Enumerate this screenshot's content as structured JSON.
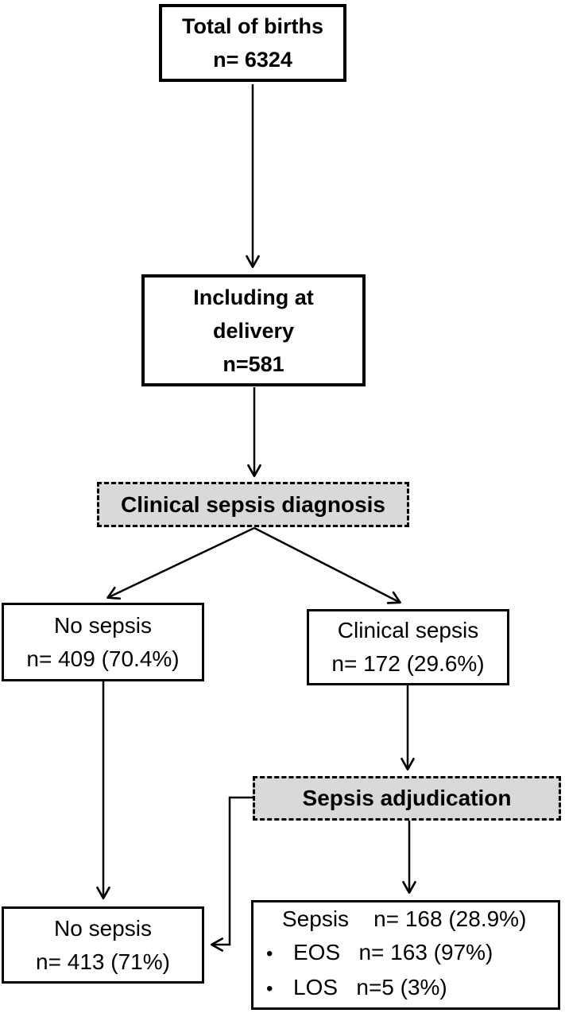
{
  "diagram": {
    "background": "#ffffff",
    "line_color": "#000000",
    "dashed_box_fill": "#d9d9d9",
    "boxes": {
      "total_births": {
        "line1": "Total of births",
        "line2": "n= 6324"
      },
      "including_at_delivery": {
        "line1": "Including at",
        "line2": "delivery",
        "line3": "n=581"
      },
      "clinical_sepsis_diagnosis": {
        "label": "Clinical sepsis diagnosis"
      },
      "no_sepsis_initial": {
        "line1": "No sepsis",
        "line2": "n= 409 (70.4%)"
      },
      "clinical_sepsis": {
        "line1": "Clinical sepsis",
        "line2": "n= 172 (29.6%)"
      },
      "sepsis_adjudication": {
        "label": "Sepsis adjudication"
      },
      "no_sepsis_final": {
        "line1": "No sepsis",
        "line2": "n= 413 (71%)"
      },
      "sepsis_outcome": {
        "header": "Sepsis    n= 168 (28.9%)",
        "bullet_char": "•",
        "bullets": [
          "EOS   n= 163 (97%)",
          "LOS   n=5 (3%)"
        ]
      }
    }
  }
}
